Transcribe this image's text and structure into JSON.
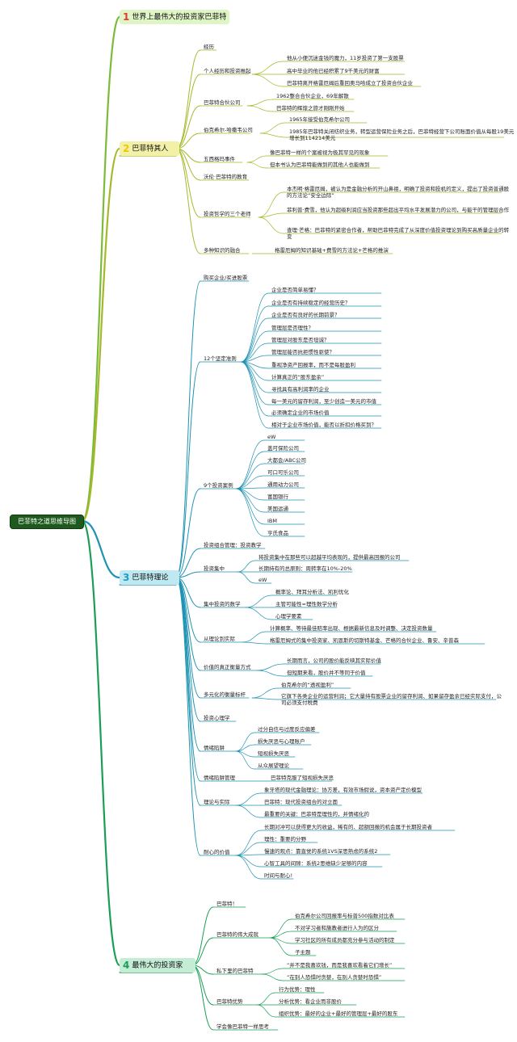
{
  "root": "巴菲特之道思维导图",
  "branches": [
    {
      "num": "1",
      "label": "世界上最伟大的投资家巴菲特"
    },
    {
      "num": "2",
      "label": "巴菲特其人"
    },
    {
      "num": "3",
      "label": "巴菲特理论"
    },
    {
      "num": "4",
      "label": "最伟大的投资家"
    }
  ],
  "b2": {
    "n1": "经历",
    "n2": "个人经历和投资推起",
    "n2a": "他从小便沉迷金钱的魔力，11岁投资了第一支股票",
    "n2b": "高中毕业的他已经积累了9千美元的财富",
    "n2c": "巴菲特离开格雷厄姆后重回奥马哈成立了投资合伙企业",
    "n3": "巴菲特合伙公司",
    "n3a": "1962整合合伙企业，69年解散",
    "n3b": "巴菲特的辉煌之旅才刚刚开始",
    "n4": "伯克希尔-哈撒韦公司",
    "n4a": "1965年接受伯克希尔公司",
    "n4b": "1985年巴菲特关闭纺织业务，转型运营保险业务之后，巴菲特经营下公司账面价值从每股19美元增长到114214美元",
    "n5": "五西格玛事件",
    "n5a": "像巴菲特一样的个案被视为极其罕见的现象",
    "n5b": "但本书认为巴菲特能做到的其他人也能做到",
    "n6": "沃伦·巴菲特的教育",
    "n7": "投资哲学的三个老师",
    "n7a": "本杰明·格雷厄姆，被认为是金融分析的开山鼻祖，明确了投资和投机的定义，提出了投资普通股的方法论“安全边际”",
    "n7b": "菲利普·费雪，他认为超级利润应当投资那些超出平均水平发展潜力的公司，与能干的管理层合作",
    "n7c": "查理·芒格：巴菲特的紧密合作者，帮助巴菲特完成了从深度价值投资理论到购买高质量企业的转变",
    "n8": "多种知识的融合",
    "n8a": "格雷厄姆的知识基础+费雪的方法论+芒格的推演"
  },
  "b3": {
    "n1": "购买企业/买进股票",
    "n2": "12个坚定准则",
    "n2items": [
      "企业是否简单易懂？",
      "企业是否有持续稳定的经营历史？",
      "企业是否有良好的长期前景？",
      "管理层是否理性？",
      "管理层对股东是否坦诚？",
      "管理层能否抗拒惯性驱使？",
      "重视净资产回报率，而不是每股盈利",
      "计算真正的“股东盈余”",
      "寻找具有高利润率的企业",
      "每一美元的留存利润，至少创造一美元的市值",
      "必须确定企业的市场价值",
      "相对于企业市场价值，能否以折扣价格买到？"
    ],
    "n3": "9个投资案例",
    "n3items": [
      "eW",
      "盖可保险公司",
      "大都会/ABC公司",
      "可口可乐公司",
      "通用动力公司",
      "富国银行",
      "美国运通",
      "IBM",
      "亨氏食品"
    ],
    "n4": "投资组合管理：投资教学",
    "n5": "投资集中",
    "n5a": "将投资集中在那些可以超越平均表现的，提供最高回报的公司",
    "n5b": "长期持有的总原则：周转率在10%-20%",
    "n5c": "eW",
    "n6": "集中投资的数学",
    "n6a": "概率论、拜耳分析法、凯利优化",
    "n6b": "主管可能性=理性数学分析",
    "n6c": "心理学要素",
    "n7": "从理论到实际",
    "n7a": "计算概率、等待最佳赔率出现、根据最新信息及时调整、决定投资数量",
    "n7b": "格雷厄姆式的集中投资家、凯恩斯的切斯特基金、芒格的合伙企业、鲁安、辛普森",
    "n8": "价值的真正衡量方式",
    "n8a": "长期而言，公司的股价能反映其实际价值",
    "n8b": "但短期来看，股价并不等同于价值",
    "n9": "多元化的衡量标杆",
    "n9a": "伯克希尔的“透视盈利”",
    "n9b": "它旗下各类企业的运营利润；它大量持有股票企业的留存利润、如果留存盈余已经实际支付，公司必须支付税费",
    "n10": "投资心理学",
    "n11": "情绪陷阱",
    "n11items": [
      "过分自信与过度反应偏差",
      "损失厌恶与心理账户",
      "短视损失厌恶",
      "从众展望理论"
    ],
    "n12": "情绪陷阱管理",
    "n12a": "巴菲特克服了短视损失厌恶",
    "n13": "理论与实际",
    "n13a": "象牙塔的现代金融理论：协方差，有效市场假说，资本资产定价模型",
    "n13b": "巴菲特：现代投资组合的对立面",
    "n13c": "最重要的关键：巴菲特是理性的，并情绪化的",
    "n14": "耐心的价值",
    "n14items": [
      "长期对冲可以获得更大的收益，稀有的、超额回报的机会属于长期投资者",
      "理性：重要的分野",
      "慢速的观点：靠直觉的系统1VS深思熟虑的系统2",
      "心智工具的间隙：系统2思维缺少足够的内容",
      "时间与耐心!"
    ]
  },
  "b4": {
    "n1": "巴菲特！",
    "n2": "巴菲特的伟大成就",
    "n2items": [
      "伯克希尔公司回报率与标普500指数对比表",
      "不对学习者和施教者进行人为的区分",
      "学习社区的所有成员都充分参与活动的制定",
      "子主题"
    ],
    "n3": "私下里的巴菲特",
    "n3a": "“并不是我喜欢钱，而是我喜欢看着它们增长”",
    "n3b": "“在别人恐惧时贪婪，在别人贪婪时恐惧”",
    "n4": "巴菲特优势",
    "n4items": [
      "行为优势：理性",
      "分析优势：看企业而非股价",
      "组织优势：最好的企业+最好的管理层+最好的股东"
    ],
    "n5": "学会像巴菲特一样思考"
  },
  "colors": {
    "branch1": "#7cbb3a",
    "branch2": "#a6b82a",
    "branch3": "#1f93b3",
    "branch4": "#1a9e55",
    "root": "#1e5a1e"
  }
}
